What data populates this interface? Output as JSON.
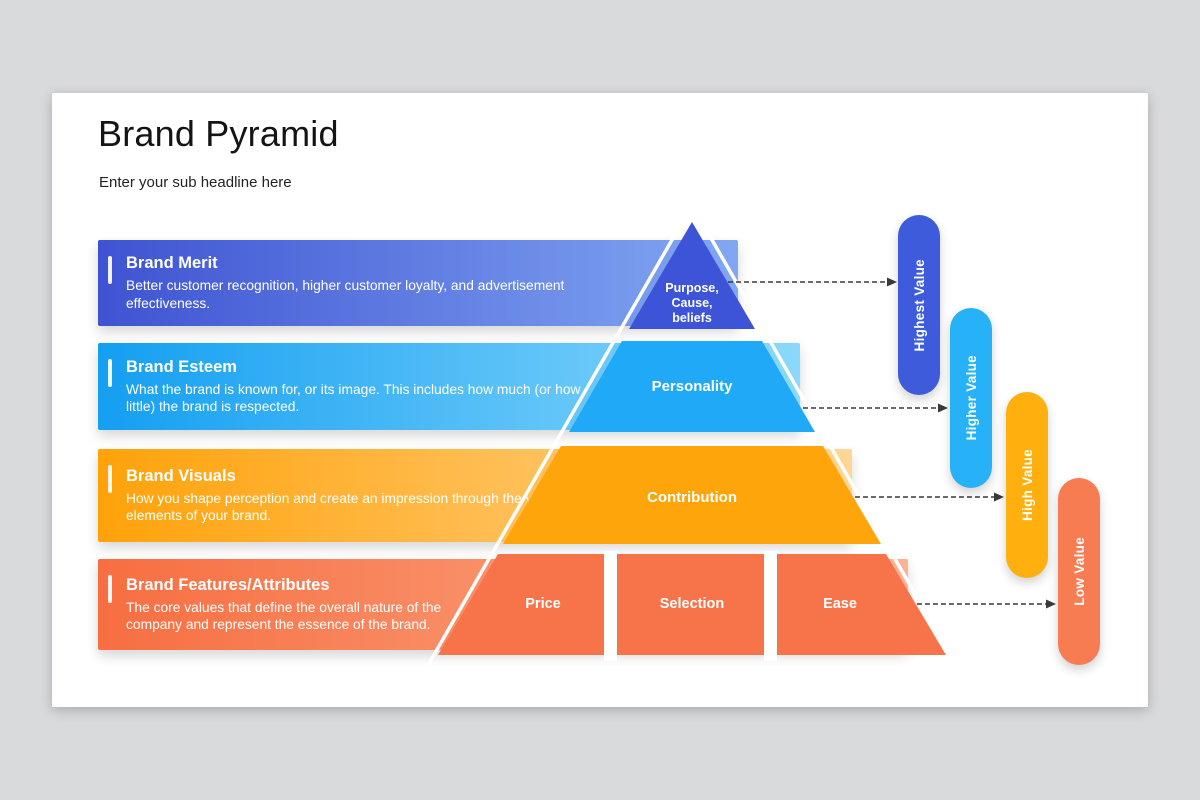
{
  "slide": {
    "title": "Brand Pyramid",
    "subtitle": "Enter your sub headline here"
  },
  "bars": [
    {
      "heading": "Brand Merit",
      "description": "Better customer recognition, higher customer loyalty, and advertisement effectiveness."
    },
    {
      "heading": "Brand Esteem",
      "description": "What the brand is known for, or its image. This includes how much (or how little) the brand is respected."
    },
    {
      "heading": "Brand Visuals",
      "description": "How you shape perception and create an impression through the visible elements of your brand."
    },
    {
      "heading": "Brand Features/Attributes",
      "description": "The core values that define the overall nature of the company and represent the essence of the brand."
    }
  ],
  "pyramid": {
    "tier1_label": "Purpose, Cause, beliefs",
    "tier2_label": "Personality",
    "tier3_label": "Contribution",
    "tier4_segments": [
      "Price",
      "Selection",
      "Ease"
    ]
  },
  "value_pills": [
    {
      "label": "Highest Value",
      "color": "#3D5BDA"
    },
    {
      "label": "Higher Value",
      "color": "#27B2F7"
    },
    {
      "label": "High Value",
      "color": "#FFB00E"
    },
    {
      "label": "Low Value",
      "color": "#F87C52"
    }
  ],
  "colors": {
    "page_background": "#D9DADB",
    "slide_background": "#FFFFFF",
    "tier1": "#3D54D8",
    "tier2": "#1FA9F6",
    "tier3": "#FFA50C",
    "tier4": "#F7744A",
    "arrow": "#3A3A3A"
  }
}
